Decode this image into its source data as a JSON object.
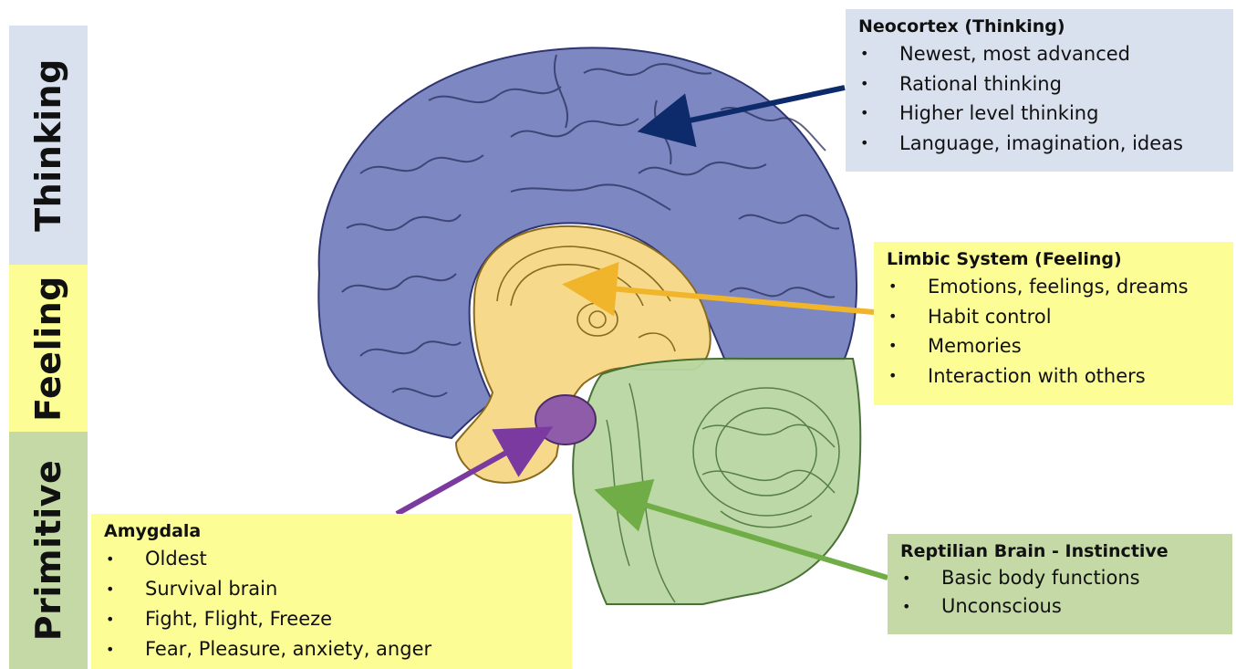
{
  "bands": {
    "thinking": "Thinking",
    "feeling": "Feeling",
    "primitive": "Primitive"
  },
  "neocortex": {
    "title": "Neocortex (Thinking)",
    "items": [
      "Newest, most advanced",
      "Rational thinking",
      "Higher level thinking",
      "Language, imagination, ideas"
    ]
  },
  "limbic": {
    "title": "Limbic System (Feeling)",
    "items": [
      "Emotions, feelings, dreams",
      "Habit control",
      "Memories",
      "Interaction with others"
    ]
  },
  "amygdala": {
    "title": "Amygdala",
    "items": [
      "Oldest",
      "Survival brain",
      "Fight, Flight, Freeze",
      "Fear, Pleasure, anxiety, anger"
    ]
  },
  "reptilian": {
    "title": "Reptilian Brain - Instinctive",
    "items": [
      "Basic body functions",
      "Unconscious"
    ]
  },
  "colors": {
    "neocortex": "#7d87c1",
    "limbic": "#f7d98b",
    "amygdala": "#8e5ca8",
    "reptilian": "#b9d6a2",
    "blue_band": "#d9e1ee",
    "yellow_band": "#fdfd96",
    "green_band": "#c4d9a6",
    "arrow_blue": "#0d2b6b",
    "arrow_gold": "#f0b52a",
    "arrow_purple": "#7a3aa0",
    "arrow_green": "#70ad47"
  }
}
